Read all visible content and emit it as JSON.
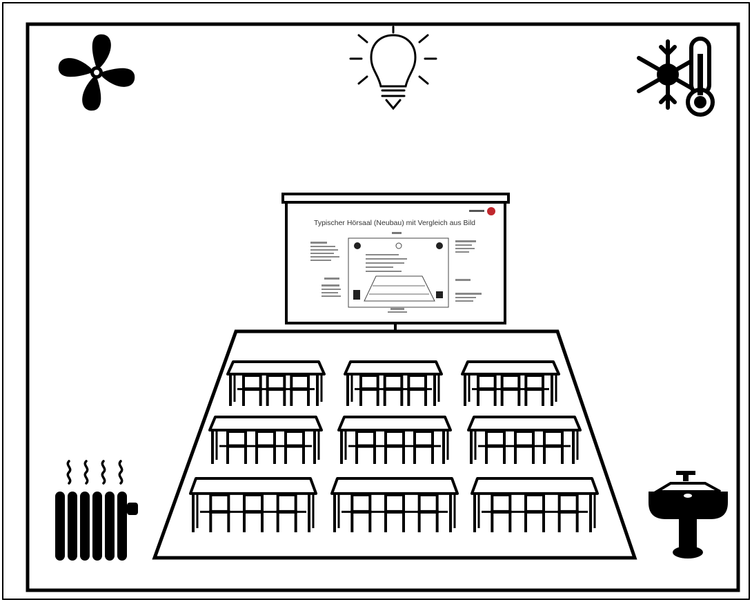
{
  "diagram": {
    "colors": {
      "stroke": "#000000",
      "background": "#ffffff"
    },
    "icons": [
      "fan-icon",
      "light-bulb-icon",
      "climate-icon",
      "radiator-icon",
      "sink-icon"
    ],
    "projected_slide": {
      "title": "Typischer Hörsaal (Neubau) mit Vergleich aus Bild"
    },
    "classroom": {
      "rows": 3,
      "tables_per_row": 3,
      "chairs_per_table": 3
    }
  }
}
